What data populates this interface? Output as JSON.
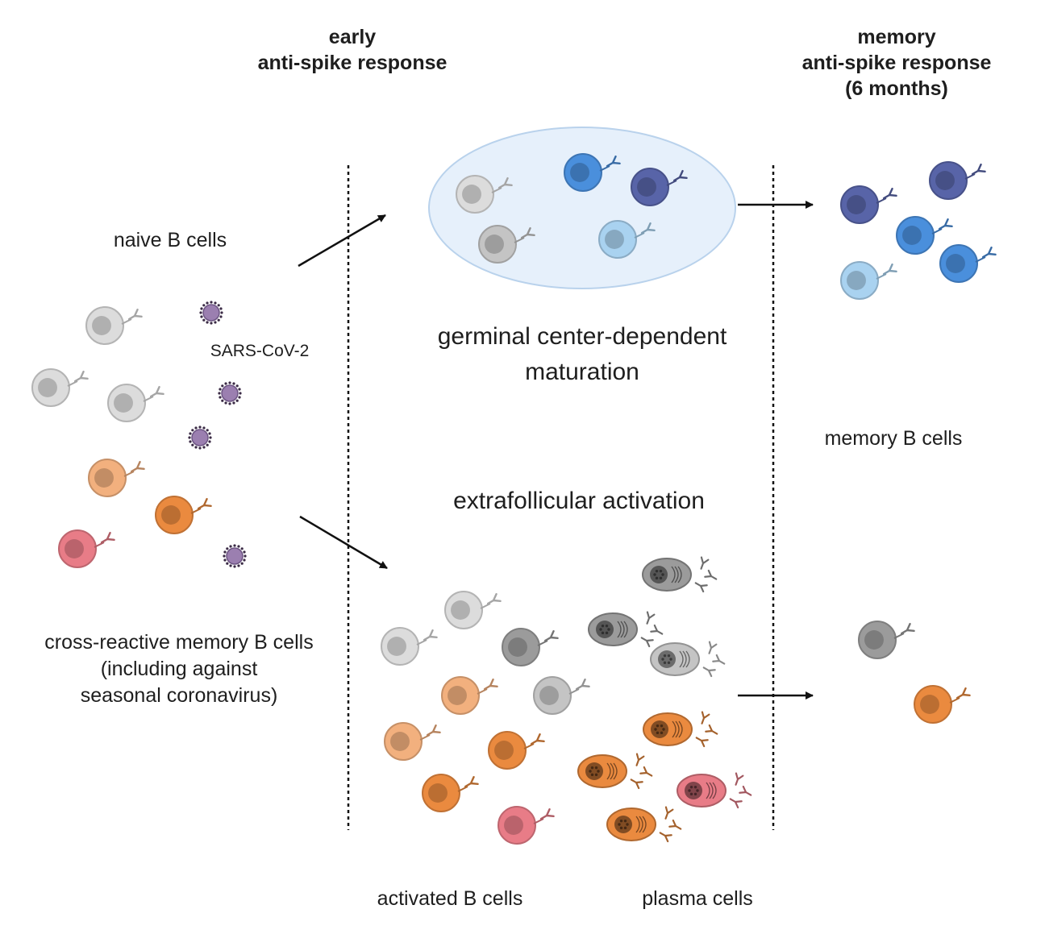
{
  "header": {
    "early_line1": "early",
    "early_line2": "anti-spike response",
    "memory_line1": "memory",
    "memory_line2": "anti-spike response",
    "memory_line3": "(6 months)"
  },
  "left": {
    "naive_label": "naive B cells",
    "virus_label": "SARS-CoV-2",
    "crossreactive_line1": "cross-reactive memory B cells",
    "crossreactive_line2": "(including against",
    "crossreactive_line3": "seasonal coronavirus)"
  },
  "middle": {
    "germinal_line1": "germinal center-dependent",
    "germinal_line2": "maturation",
    "extrafollicular": "extrafollicular activation",
    "activated_label": "activated B cells",
    "plasma_label": "plasma cells"
  },
  "right": {
    "memory_label": "memory B cells"
  },
  "colors": {
    "grey_light": "#dcdcdc",
    "grey_mid": "#c4c4c4",
    "grey_dark": "#9b9b9b",
    "blue_light": "#a9d2f0",
    "blue_mid": "#4a8fdc",
    "blue_dark": "#5864a8",
    "orange_light": "#f2b07e",
    "orange_mid": "#ea8a3f",
    "red": "#e87c87",
    "virus": "#9b7fb0",
    "gc_fill": "#e6f0fb",
    "gc_stroke": "#b9d2ec"
  }
}
